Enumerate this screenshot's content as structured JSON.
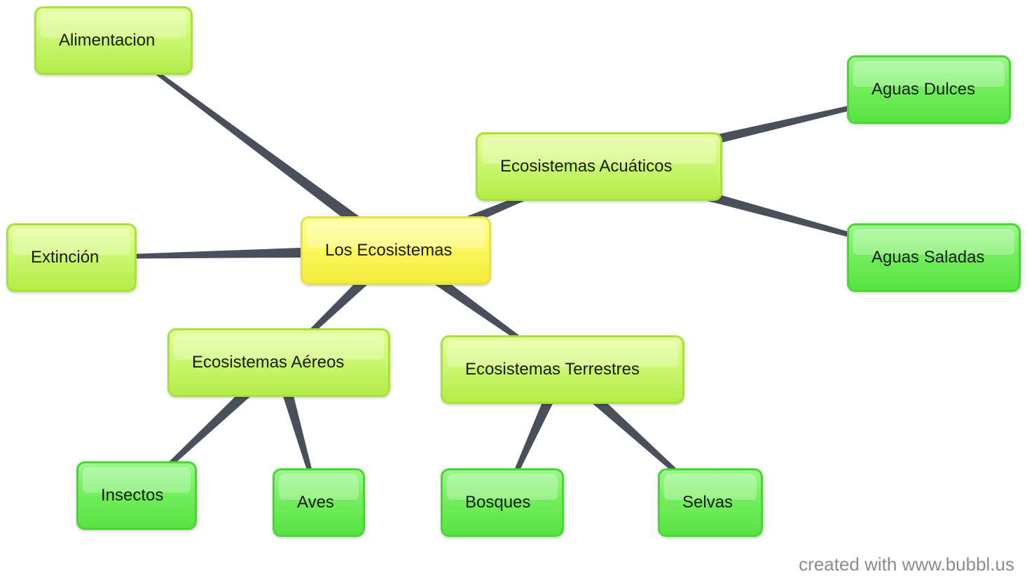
{
  "diagram": {
    "nodes": [
      {
        "id": "los-ecosistemas",
        "label": "Los Ecosistemas",
        "color": "yellow"
      },
      {
        "id": "alimentacion",
        "label": "Alimentacion",
        "color": "lime"
      },
      {
        "id": "extincion",
        "label": "Extinción",
        "color": "lime"
      },
      {
        "id": "ecosistemas-acuaticos",
        "label": "Ecosistemas Acuáticos",
        "color": "lime"
      },
      {
        "id": "aguas-dulces",
        "label": "Aguas Dulces",
        "color": "green"
      },
      {
        "id": "aguas-saladas",
        "label": "Aguas Saladas",
        "color": "green"
      },
      {
        "id": "ecosistemas-aereos",
        "label": "Ecosistemas Aéreos",
        "color": "lime"
      },
      {
        "id": "insectos",
        "label": "Insectos",
        "color": "green"
      },
      {
        "id": "aves",
        "label": "Aves",
        "color": "green"
      },
      {
        "id": "ecosistemas-terrestres",
        "label": "Ecosistemas Terrestres",
        "color": "lime"
      },
      {
        "id": "bosques",
        "label": "Bosques",
        "color": "green"
      },
      {
        "id": "selvas",
        "label": "Selvas",
        "color": "green"
      }
    ],
    "edges": [
      {
        "from": "los-ecosistemas",
        "to": "alimentacion"
      },
      {
        "from": "los-ecosistemas",
        "to": "extincion"
      },
      {
        "from": "los-ecosistemas",
        "to": "ecosistemas-acuaticos"
      },
      {
        "from": "los-ecosistemas",
        "to": "ecosistemas-aereos"
      },
      {
        "from": "los-ecosistemas",
        "to": "ecosistemas-terrestres"
      },
      {
        "from": "ecosistemas-acuaticos",
        "to": "aguas-dulces"
      },
      {
        "from": "ecosistemas-acuaticos",
        "to": "aguas-saladas"
      },
      {
        "from": "ecosistemas-aereos",
        "to": "insectos"
      },
      {
        "from": "ecosistemas-aereos",
        "to": "aves"
      },
      {
        "from": "ecosistemas-terrestres",
        "to": "bosques"
      },
      {
        "from": "ecosistemas-terrestres",
        "to": "selvas"
      }
    ],
    "link_color": "#4a4f5c",
    "colors": {
      "yellow": "#f7f250",
      "lime": "#c8f56a",
      "green": "#6aeb55"
    }
  },
  "footer": {
    "credit": "created with www.bubbl.us"
  }
}
